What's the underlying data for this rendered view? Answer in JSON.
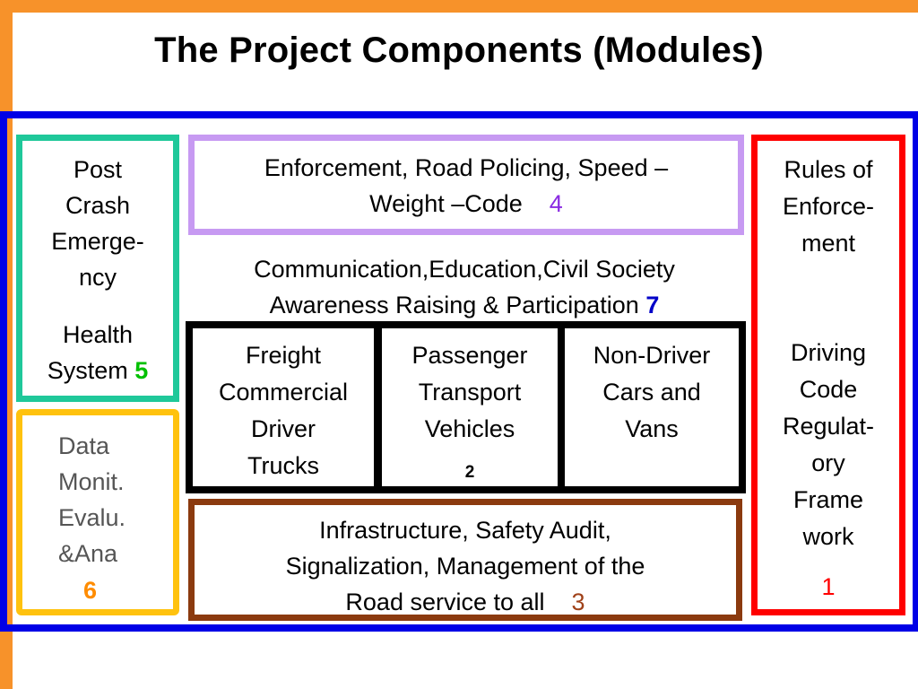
{
  "title": "The Project Components (Modules)",
  "modules": {
    "post_crash": {
      "line1": "Post",
      "line2": "Crash",
      "line3": "Emerge-",
      "line4": "ncy",
      "line5": "Health",
      "line6": "System",
      "number": "5"
    },
    "data": {
      "line1": "Data",
      "line2": "Monit.",
      "line3": "Evalu.",
      "line4": "&Ana",
      "number": "6"
    },
    "enforcement": {
      "line1": "Enforcement, Road Policing, Speed –",
      "line2": "Weight –Code",
      "number": "4"
    },
    "communication": {
      "line1": "Communication,Education,Civil Society",
      "line2": "Awareness Raising & Participation",
      "number": "7"
    },
    "freight": {
      "line1": "Freight",
      "line2": "Commercial",
      "line3": "Driver",
      "line4": "Trucks"
    },
    "passenger": {
      "line1": "Passenger",
      "line2": "Transport",
      "line3": "Vehicles",
      "number": "2"
    },
    "non_driver": {
      "line1": "Non-Driver",
      "line2": "Cars and",
      "line3": "Vans"
    },
    "infrastructure": {
      "line1": "Infrastructure, Safety Audit,",
      "line2": "Signalization, Management of the",
      "line3": "Road service to all",
      "number": "3"
    },
    "rules": {
      "line1": "Rules of",
      "line2": "Enforce-",
      "line3": "ment",
      "line4": "Driving",
      "line5": "Code",
      "line6": "Regulat-",
      "line7": "ory",
      "line8": "Frame",
      "line9": "work",
      "number": "1"
    }
  },
  "colors": {
    "accent_orange": "#f7922a",
    "frame_blue": "#0000e6",
    "post_crash_green": "#1fc89a",
    "data_yellow": "#ffc20e",
    "enforcement_purple": "#c79af2",
    "infrastructure_brown": "#8b3a0f",
    "rules_red": "#ff0000"
  }
}
